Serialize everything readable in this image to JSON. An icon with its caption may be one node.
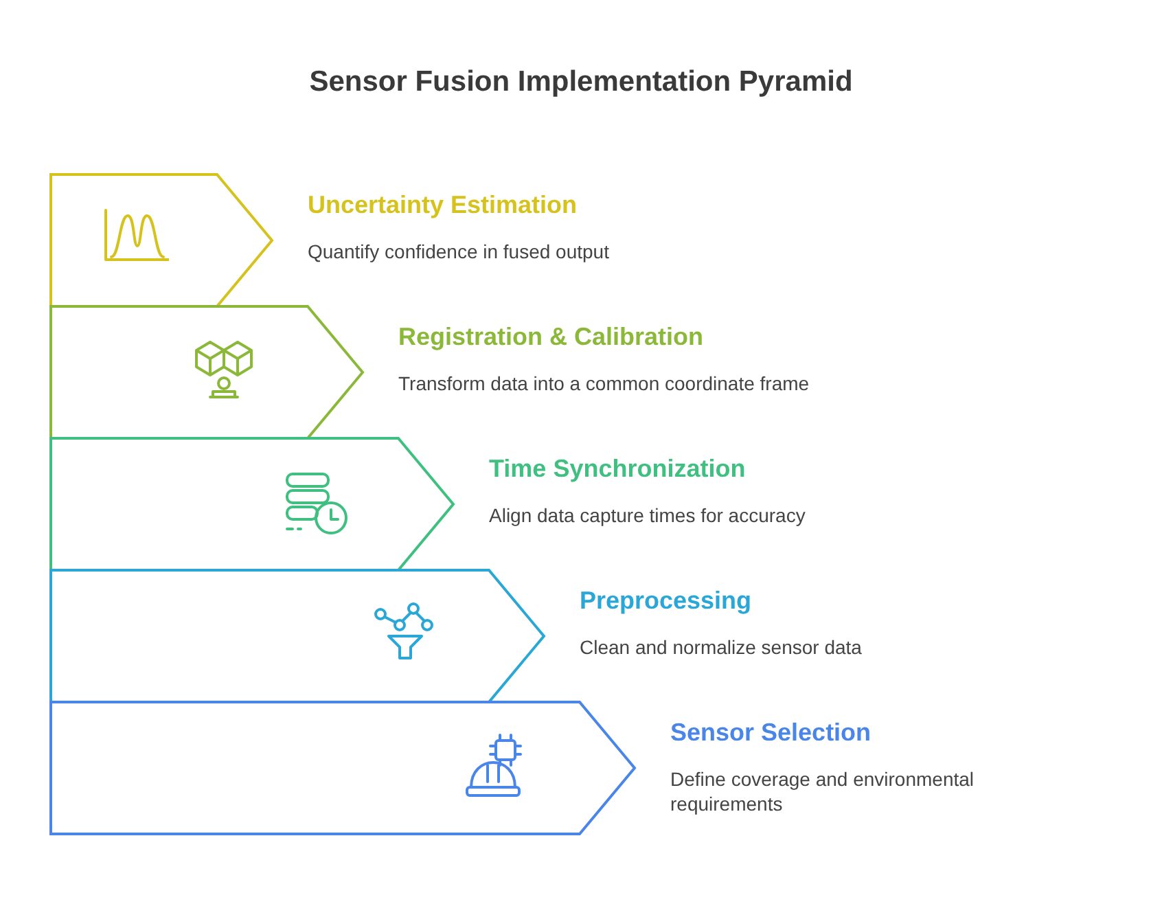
{
  "diagram": {
    "title": "Sensor Fusion Implementation Pyramid",
    "nodes": [
      {
        "text": [
          "Uncertainty Estimation",
          "Quantify confidence in fused output"
        ]
      },
      {
        "text": [
          "Registration & Calibration",
          "Transform data into a common coordinate frame"
        ]
      },
      {
        "text": [
          "Time Synchronization",
          "Align data capture times for accuracy"
        ]
      },
      {
        "text": [
          "Preprocessing",
          "Clean and normalize sensor data"
        ]
      },
      {
        "text": [
          "Sensor Selection",
          "Define coverage and environmental requirements"
        ]
      }
    ]
  }
}
